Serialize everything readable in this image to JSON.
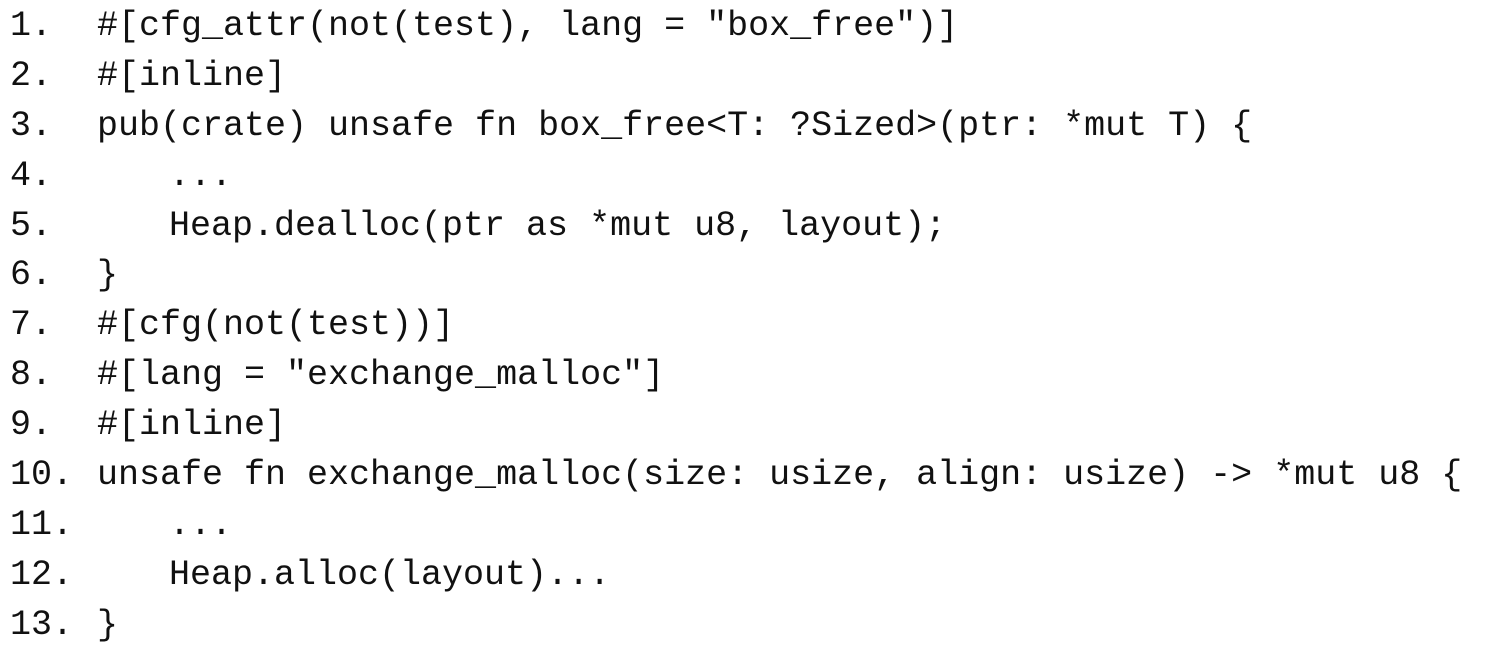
{
  "lines": [
    {
      "num": "1.",
      "code": "#[cfg_attr(not(test), lang = \"box_free\")]",
      "indent": 0
    },
    {
      "num": "2.",
      "code": "#[inline]",
      "indent": 0
    },
    {
      "num": "3.",
      "code": "pub(crate) unsafe fn box_free<T: ?Sized>(ptr: *mut T) {",
      "indent": 0
    },
    {
      "num": "4.",
      "code": "...",
      "indent": 1
    },
    {
      "num": "5.",
      "code": "Heap.dealloc(ptr as *mut u8, layout);",
      "indent": 1
    },
    {
      "num": "6.",
      "code": "}",
      "indent": 0
    },
    {
      "num": "7.",
      "code": "#[cfg(not(test))]",
      "indent": 0
    },
    {
      "num": "8.",
      "code": "#[lang = \"exchange_malloc\"]",
      "indent": 0
    },
    {
      "num": "9.",
      "code": "#[inline]",
      "indent": 0
    },
    {
      "num": "10.",
      "code": "unsafe fn exchange_malloc(size: usize, align: usize) -> *mut u8 {",
      "indent": 0
    },
    {
      "num": "11.",
      "code": "...",
      "indent": 1
    },
    {
      "num": "12.",
      "code": "Heap.alloc(layout)...",
      "indent": 1
    },
    {
      "num": "13.",
      "code": "}",
      "indent": 0
    }
  ]
}
